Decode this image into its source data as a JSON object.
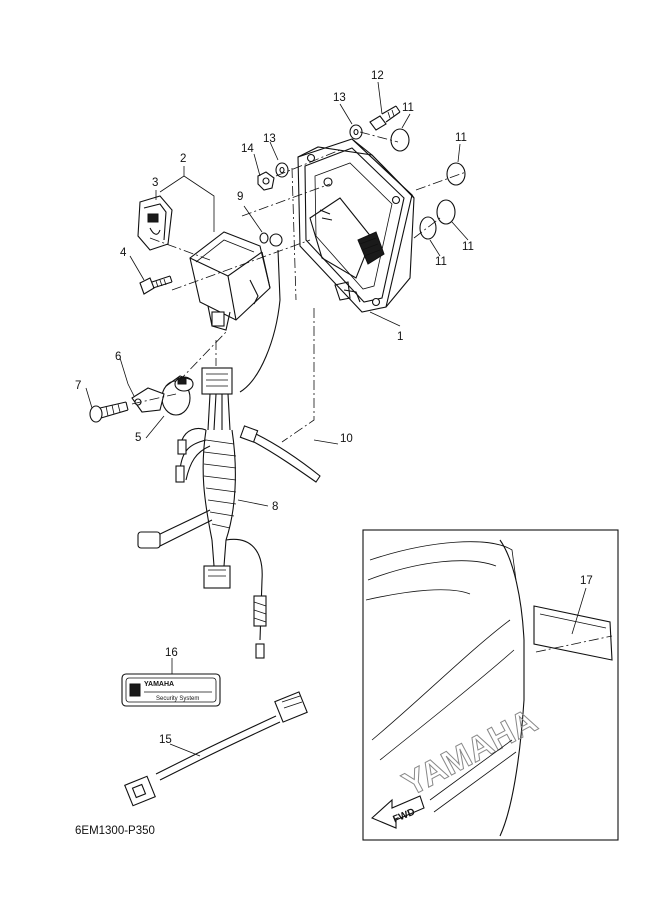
{
  "diagram": {
    "code": "6EM1300-P350",
    "callouts": {
      "c1": "1",
      "c2": "2",
      "c3": "3",
      "c4": "4",
      "c5": "5",
      "c6": "6",
      "c7": "7",
      "c8": "8",
      "c9": "9",
      "c10": "10",
      "c11a": "11",
      "c11b": "11",
      "c11c": "11",
      "c11d": "11",
      "c12": "12",
      "c13a": "13",
      "c13b": "13",
      "c14": "14",
      "c15": "15",
      "c16": "16",
      "c17": "17"
    },
    "label_16": {
      "brand": "YAMAHA",
      "line1": "Security System"
    },
    "cowling": {
      "brand": "YAMAHA",
      "arrow_text": "FWD"
    }
  }
}
